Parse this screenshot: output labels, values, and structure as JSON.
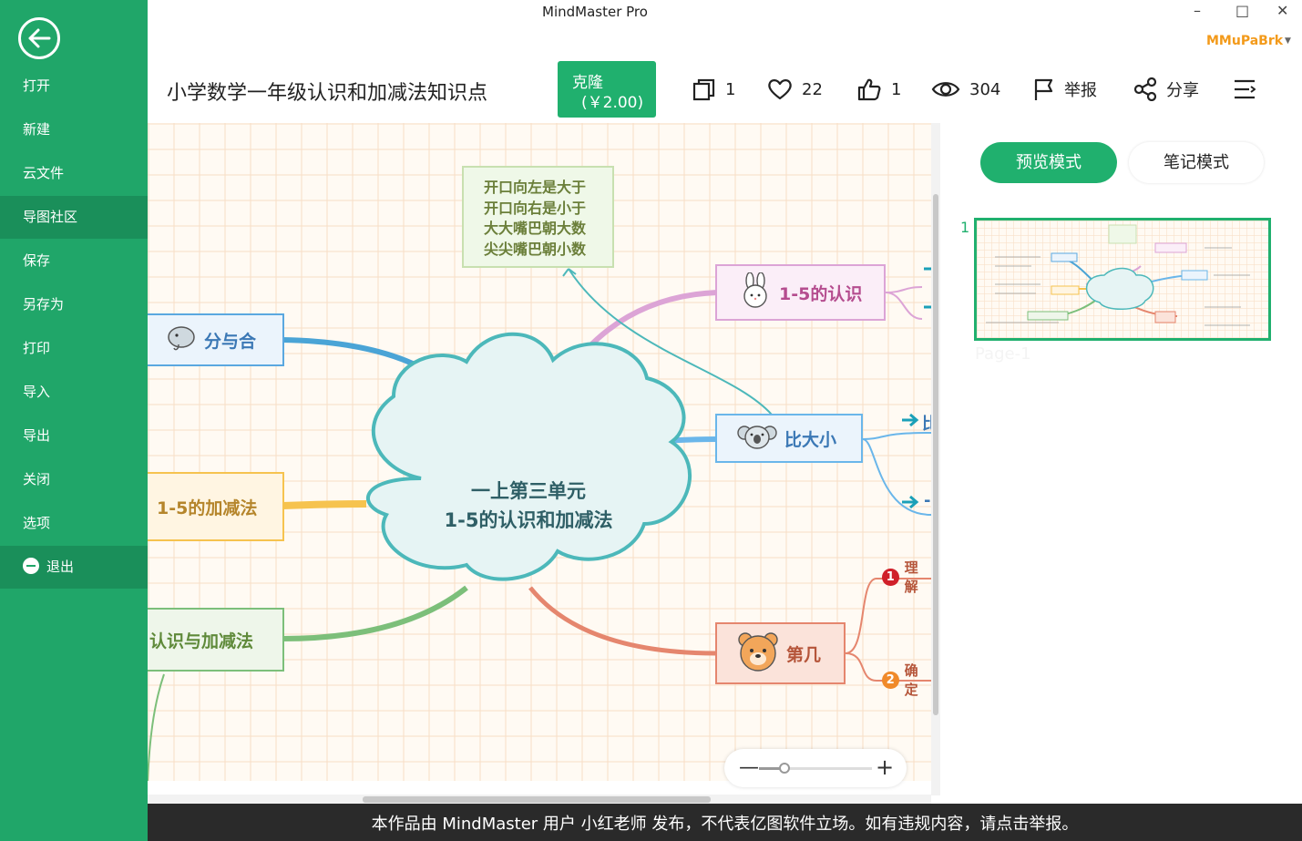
{
  "app": {
    "title": "MindMaster Pro",
    "user": "MMuPaBrk"
  },
  "sidebar": {
    "items": [
      {
        "label": "打开"
      },
      {
        "label": "新建"
      },
      {
        "label": "云文件"
      },
      {
        "label": "导图社区"
      },
      {
        "label": "保存"
      },
      {
        "label": "另存为"
      },
      {
        "label": "打印"
      },
      {
        "label": "导入"
      },
      {
        "label": "导出"
      },
      {
        "label": "关闭"
      },
      {
        "label": "选项"
      },
      {
        "label": "退出"
      }
    ],
    "active": "导图社区"
  },
  "header": {
    "doc_title": "小学数学一年级认识和加减法知识点",
    "clone_label": "克隆",
    "clone_price": "(￥2.00)",
    "pages": "1",
    "likes": "22",
    "thumbs": "1",
    "views": "304",
    "report_label": "举报",
    "share_label": "分享"
  },
  "mindmap": {
    "center_line1": "一上第三单元",
    "center_line2": "1-5的认识和加减法",
    "note_lines": [
      "开口向左是大于",
      "开口向右是小于",
      "大大嘴巴朝大数",
      "尖尖嘴巴朝小数"
    ],
    "branches": {
      "fenyuhe": "分与合",
      "jiajianfa": "1-5的加减法",
      "renshi_jiajian": "认识与加减法",
      "renshi": "1-5的认识",
      "bidaxiao": "比大小",
      "diji": "第几"
    },
    "sub1": "理解",
    "sub2": "确定",
    "arrow_sub1": "比",
    "arrow_sub2": "-"
  },
  "right_panel": {
    "preview_mode": "预览模式",
    "note_mode": "笔记模式",
    "page_num": "1",
    "page_label": "Page-1"
  },
  "footer": {
    "text": "本作品由 MindMaster 用户 小红老师 发布，不代表亿图软件立场。如有违规内容，请点击举报。"
  },
  "colors": {
    "brand_green": "#20a669",
    "accent_green": "#20b06e",
    "user_orange": "#f39a1a"
  },
  "icons": [
    "back-arrow-icon",
    "exit-icon",
    "copy-icon",
    "heart-icon",
    "thumb-up-icon",
    "eye-icon",
    "flag-icon",
    "share-icon",
    "menu-icon"
  ]
}
